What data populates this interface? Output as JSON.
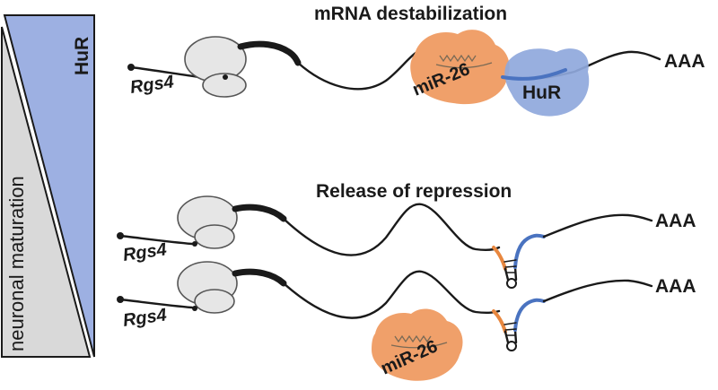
{
  "gradient_panel": {
    "axis_label": "neuronal maturation",
    "hur_label": "HuR",
    "colors": {
      "hur_blue": "#9db0e2",
      "grey": "#d9d9d9"
    }
  },
  "top_panel": {
    "title": "mRNA destabilization",
    "gene_label": "Rgs4",
    "mirna_label": "miR-26",
    "hur_label": "HuR",
    "polya_label": "AAA"
  },
  "bottom_panel": {
    "title": "Release of repression",
    "transcripts": [
      {
        "gene_label": "Rgs4",
        "polya_label": "AAA"
      },
      {
        "gene_label": "Rgs4",
        "polya_label": "AAA"
      }
    ],
    "free_mirna_label": "miR-26"
  },
  "colors": {
    "mirna_orange": "#f0a06a",
    "hur_blue": "#8fa8dc",
    "ribosome_grey": "#e6e6e6"
  }
}
